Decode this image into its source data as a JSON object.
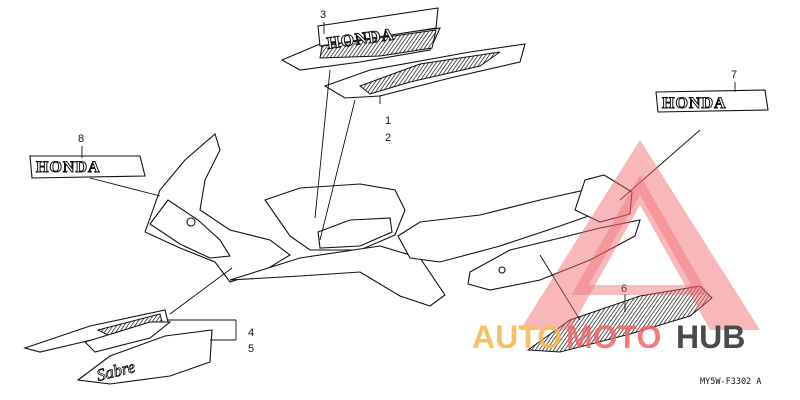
{
  "diagram": {
    "callouts": [
      "1",
      "2",
      "3",
      "4",
      "5",
      "6",
      "7",
      "8"
    ],
    "decals": {
      "brand_text": "HONDA",
      "model_script": "Sabre"
    },
    "drawing_code": "MY5W-F3302 A"
  },
  "watermark": {
    "part1": "AUTO",
    "part2": "MOTO",
    "part3": "HUB",
    "colors": {
      "red": "#f0646a",
      "orange": "#f5b54e",
      "dark": "#2b2b2b"
    }
  }
}
